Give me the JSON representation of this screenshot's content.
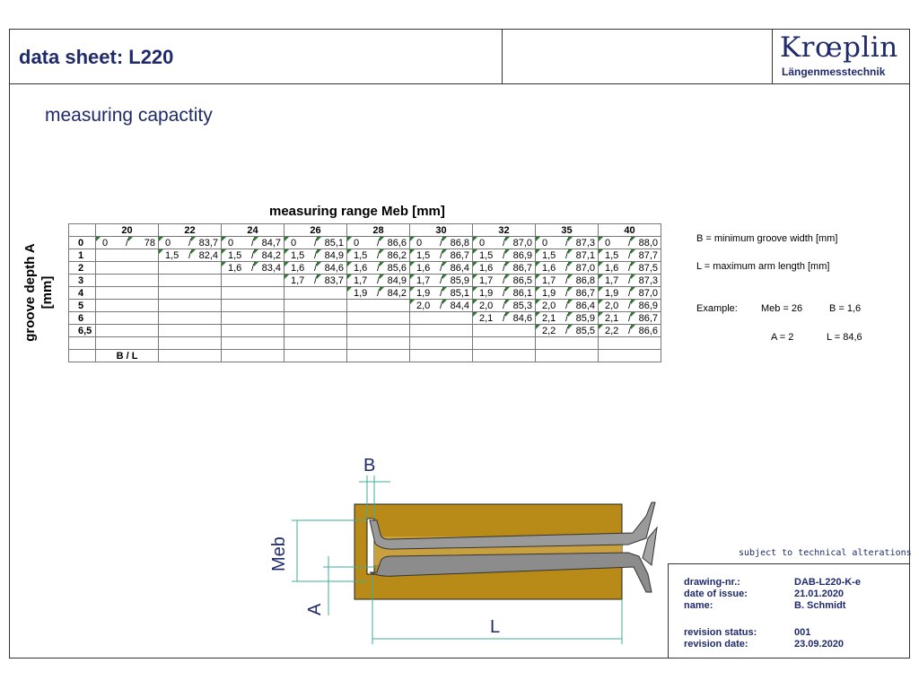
{
  "header": {
    "title": "data sheet:  L220",
    "logo": "Krœplin",
    "logo_sub": "Längenmesstechnik"
  },
  "subtitle": "measuring capactity",
  "table": {
    "title": "measuring range Meb [mm]",
    "row_axis_label": "groove depth A",
    "row_axis_unit": "[mm]",
    "columns": [
      "20",
      "22",
      "24",
      "26",
      "28",
      "30",
      "32",
      "35",
      "40"
    ],
    "rows": [
      {
        "label": "0",
        "cells": [
          [
            "0",
            "78"
          ],
          [
            "0",
            "83,7"
          ],
          [
            "0",
            "84,7"
          ],
          [
            "0",
            "85,1"
          ],
          [
            "0",
            "86,6"
          ],
          [
            "0",
            "86,8"
          ],
          [
            "0",
            "87,0"
          ],
          [
            "0",
            "87,3"
          ],
          [
            "0",
            "88,0"
          ]
        ]
      },
      {
        "label": "1",
        "cells": [
          null,
          [
            "1,5",
            "82,4"
          ],
          [
            "1,5",
            "84,2"
          ],
          [
            "1,5",
            "84,9"
          ],
          [
            "1,5",
            "86,2"
          ],
          [
            "1,5",
            "86,7"
          ],
          [
            "1,5",
            "86,9"
          ],
          [
            "1,5",
            "87,1"
          ],
          [
            "1,5",
            "87,7"
          ]
        ]
      },
      {
        "label": "2",
        "cells": [
          null,
          null,
          [
            "1,6",
            "83,4"
          ],
          [
            "1,6",
            "84,6"
          ],
          [
            "1,6",
            "85,6"
          ],
          [
            "1,6",
            "86,4"
          ],
          [
            "1,6",
            "86,7"
          ],
          [
            "1,6",
            "87,0"
          ],
          [
            "1,6",
            "87,5"
          ]
        ]
      },
      {
        "label": "3",
        "cells": [
          null,
          null,
          null,
          [
            "1,7",
            "83,7"
          ],
          [
            "1,7",
            "84,9"
          ],
          [
            "1,7",
            "85,9"
          ],
          [
            "1,7",
            "86,5"
          ],
          [
            "1,7",
            "86,8"
          ],
          [
            "1,7",
            "87,3"
          ]
        ]
      },
      {
        "label": "4",
        "cells": [
          null,
          null,
          null,
          null,
          [
            "1,9",
            "84,2"
          ],
          [
            "1,9",
            "85,1"
          ],
          [
            "1,9",
            "86,1"
          ],
          [
            "1,9",
            "86,7"
          ],
          [
            "1,9",
            "87,0"
          ]
        ]
      },
      {
        "label": "5",
        "cells": [
          null,
          null,
          null,
          null,
          null,
          [
            "2,0",
            "84,4"
          ],
          [
            "2,0",
            "85,3"
          ],
          [
            "2,0",
            "86,4"
          ],
          [
            "2,0",
            "86,9"
          ]
        ]
      },
      {
        "label": "6",
        "cells": [
          null,
          null,
          null,
          null,
          null,
          null,
          [
            "2,1",
            "84,6"
          ],
          [
            "2,1",
            "85,9"
          ],
          [
            "2,1",
            "86,7"
          ]
        ]
      },
      {
        "label": "6,5",
        "cells": [
          null,
          null,
          null,
          null,
          null,
          null,
          null,
          [
            "2,2",
            "85,5"
          ],
          [
            "2,2",
            "86,6"
          ]
        ]
      },
      {
        "label": "",
        "cells": [
          null,
          null,
          null,
          null,
          null,
          null,
          null,
          null,
          null
        ]
      }
    ],
    "footer_label": "B / L",
    "separator": "/"
  },
  "legend": {
    "b_def": "B = minimum groove width [mm]",
    "l_def": "L = maximum arm length [mm]",
    "example_label": "Example:",
    "ex_meb": "Meb = 26",
    "ex_b": "B = 1,6",
    "ex_a": "A = 2",
    "ex_l": "L = 84,6"
  },
  "drawing": {
    "label_b": "B",
    "label_meb": "Meb",
    "label_a": "A",
    "label_l": "L",
    "colors": {
      "block": "#b88a18",
      "arm": "#9a9a9a",
      "dim": "#3fae9a"
    }
  },
  "note": "subject to technical alterations",
  "title_block": {
    "labels": [
      "drawing-nr.:",
      "date of issue:",
      "name:",
      "revision status:",
      "revision date:"
    ],
    "values": [
      "DAB-L220-K-e",
      "21.01.2020",
      "B. Schmidt",
      "001",
      "23.09.2020"
    ]
  }
}
